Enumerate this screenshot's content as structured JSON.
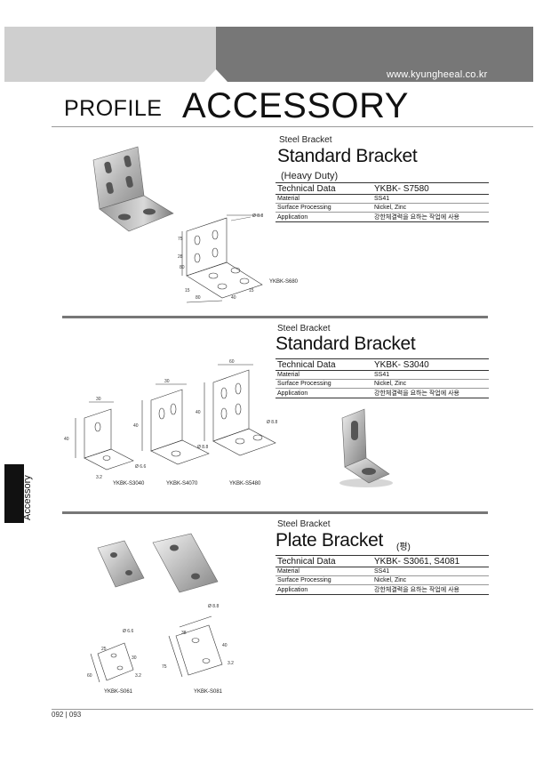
{
  "header": {
    "url": "www.kyungheeal.co.kr",
    "title_profile": "PROFILE",
    "title_accessory": "ACCESSORY"
  },
  "sections": [
    {
      "category": "Steel Bracket",
      "title": "Standard Bracket",
      "subtitle": "(Heavy Duty)",
      "table_label": "Technical  Data",
      "model": "YKBK- S7580",
      "rows": [
        {
          "label": "Material",
          "value": "SS41"
        },
        {
          "label": "Surface Processing",
          "value": "Nickel, Zinc"
        },
        {
          "label": "Application",
          "value": "강한체결력을 요하는 작업에 사용"
        }
      ],
      "drawing_label": "YKBK-S680",
      "drawing_note": "Ø 8.8",
      "dims": [
        "75",
        "28",
        "80",
        "80",
        "15",
        "40",
        "15"
      ]
    },
    {
      "category": "Steel Bracket",
      "title": "Standard Bracket",
      "table_label": "Technical  Data",
      "model": "YKBK- S3040",
      "rows": [
        {
          "label": "Material",
          "value": "SS41"
        },
        {
          "label": "Surface Processing",
          "value": "Nickel, Zinc"
        },
        {
          "label": "Application",
          "value": "강한체결력을 요하는 작업에 사용"
        }
      ],
      "drawing_labels": [
        "YKBK-S3040",
        "YKBK-S4070",
        "YKBK-S5480"
      ],
      "drawing_notes": [
        "Ø 6.6",
        "Ø 8.8",
        "Ø 8.8"
      ],
      "dims": [
        "30",
        "40",
        "30",
        "40",
        "60",
        "40",
        "3.2"
      ]
    },
    {
      "category": "Steel Bracket",
      "title": "Plate Bracket",
      "title_suffix": "(평)",
      "table_label": "Technical  Data",
      "model": "YKBK- S3061, S4081",
      "rows": [
        {
          "label": "Material",
          "value": "SS41"
        },
        {
          "label": "Surface Processing",
          "value": "Nickel, Zinc"
        },
        {
          "label": "Application",
          "value": "강한체결력을 요하는 작업에 사용"
        }
      ],
      "drawing_labels": [
        "YKBK-S061",
        "YKBK-S081"
      ],
      "drawing_notes": [
        "Ø 6.6",
        "Ø 8.8"
      ],
      "dims": [
        "25",
        "30",
        "60",
        "3.2",
        "38",
        "40",
        "75",
        "3.2"
      ]
    }
  ],
  "side_label": "Accessory",
  "footer": {
    "page": "092 | 093"
  }
}
